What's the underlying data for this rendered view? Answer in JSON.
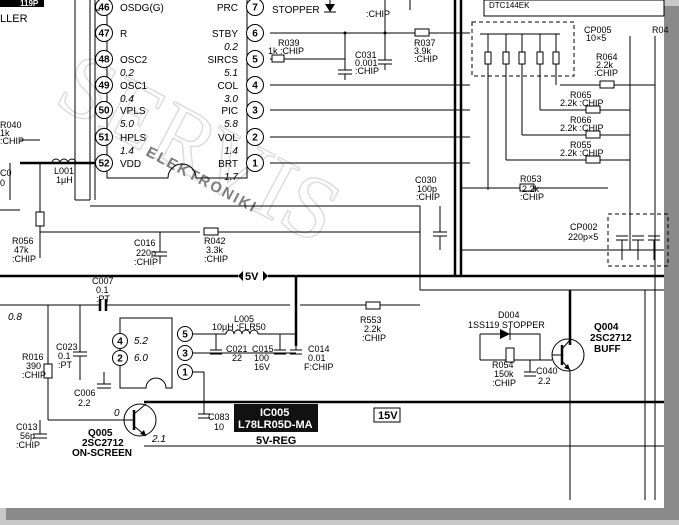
{
  "ic_top": {
    "left_pins": [
      {
        "num": "46",
        "name": "OSDG(G)"
      },
      {
        "num": "47",
        "name": "R"
      },
      {
        "num": "48",
        "name": "OSC2",
        "voltage": "0.2"
      },
      {
        "num": "49",
        "name": "OSC1",
        "voltage": "0.4"
      },
      {
        "num": "50",
        "name": "VPLS",
        "voltage": "5.0"
      },
      {
        "num": "51",
        "name": "HPLS",
        "voltage": "1.4"
      },
      {
        "num": "52",
        "name": "VDD"
      }
    ],
    "right_pins": [
      {
        "num": "7",
        "name": "PRC"
      },
      {
        "num": "6",
        "name": "STBY",
        "voltage": "0.2"
      },
      {
        "num": "5",
        "name": "SIRCS",
        "voltage": "5.1"
      },
      {
        "num": "4",
        "name": "COL",
        "voltage": "3.0"
      },
      {
        "num": "3",
        "name": "PIC",
        "voltage": "5.8"
      },
      {
        "num": "2",
        "name": "VOL",
        "voltage": "1.4"
      },
      {
        "num": "1",
        "name": "BRT",
        "voltage": "1.7"
      }
    ],
    "corner_label": "LLER",
    "corner_tag": "119P"
  },
  "top_labels": {
    "stopper": "STOPPER",
    "dtc": "DTC144EK"
  },
  "components": {
    "r039": {
      "ref": "R039",
      "val": "1k :CHIP"
    },
    "c031": {
      "ref": "C031",
      "val1": "0.001",
      "val2": ":CHIP"
    },
    "c031_top": ":CHIP",
    "r037": {
      "ref": "R037",
      "val1": "3.9k",
      "val2": ":CHIP"
    },
    "cp005": {
      "ref": "CP005",
      "val": "10×5"
    },
    "r064": {
      "ref": "R064",
      "val1": "2.2k",
      "val2": ":CHIP"
    },
    "r04x": "R04",
    "r065": {
      "ref": "R065",
      "val": "2.2k :CHIP"
    },
    "r066": {
      "ref": "R066",
      "val": "2.2k :CHIP"
    },
    "r055": {
      "ref": "R055",
      "val": "2.2k :CHIP"
    },
    "r053": {
      "ref": "R053",
      "val1": "2.2k",
      "val2": ":CHIP"
    },
    "c030": {
      "ref": "C030",
      "val1": "100p",
      "val2": ":CHIP"
    },
    "cp002": {
      "ref": "CP002",
      "val": "220p×5"
    },
    "l001": {
      "ref": "L001",
      "val": "1μH"
    },
    "r040": {
      "ref": "R040",
      "val1": "1k",
      "val2": ":CHIP"
    },
    "c0xx": {
      "ref": "C0",
      "val": "0"
    },
    "r056": {
      "ref": "R056",
      "val1": "47k",
      "val2": ":CHIP"
    },
    "c016": {
      "ref": "C016",
      "val1": "220p",
      "val2": ":CHIP"
    },
    "r042": {
      "ref": "R042",
      "val1": "3.3k",
      "val2": ":CHIP"
    },
    "c007": {
      "ref": "C007",
      "val1": "0.1",
      "val2": ":PT"
    },
    "l005": {
      "ref": "L005",
      "val": "10μH :FLR50"
    },
    "r553": {
      "ref": "R553",
      "val1": "2.2k",
      "val2": ":CHIP"
    },
    "d004": {
      "ref": "D004",
      "val": "1SS119 STOPPER"
    },
    "q004": {
      "ref": "Q004",
      "val": "2SC2712",
      "role": "BUFF"
    },
    "c023": {
      "ref": "C023",
      "val1": "0.1",
      "val2": ":PT"
    },
    "c006": {
      "ref": "C006",
      "val": "2.2"
    },
    "c021": {
      "ref": "C021",
      "val": "22"
    },
    "c015": {
      "ref": "C015",
      "val1": "100",
      "val2": "16V"
    },
    "c014": {
      "ref": "C014",
      "val1": "0.01",
      "val2": "F:CHIP"
    },
    "r054": {
      "ref": "R054",
      "val1": "150k",
      "val2": ":CHIP"
    },
    "c040": {
      "ref": "C040",
      "val": "2.2"
    },
    "r016": {
      "ref": "R016",
      "val1": "390",
      "val2": ":CHIP"
    },
    "c083": {
      "ref": "C083",
      "val": "10"
    },
    "c013": {
      "ref": "C013",
      "val1": "56p",
      "val2": ":CHIP"
    },
    "q005": {
      "ref": "Q005",
      "val": "2SC2712",
      "role": "ON-SCREEN"
    },
    "ic005": {
      "ref": "IC005",
      "part": "L78LR05D-MA",
      "role": "5V-REG"
    }
  },
  "rails": {
    "v5": "5V",
    "v15": "15V"
  },
  "reg_pins": [
    "5",
    "3",
    "1",
    "4",
    "2"
  ],
  "voltages": {
    "reg4": "5.2",
    "reg2": "6.0",
    "q005_b": "0",
    "q005_e": "2.1",
    "left_08": "0.8"
  },
  "watermark": {
    "line1": "SERVIS",
    "line2": "ELEKTRONIKI"
  }
}
